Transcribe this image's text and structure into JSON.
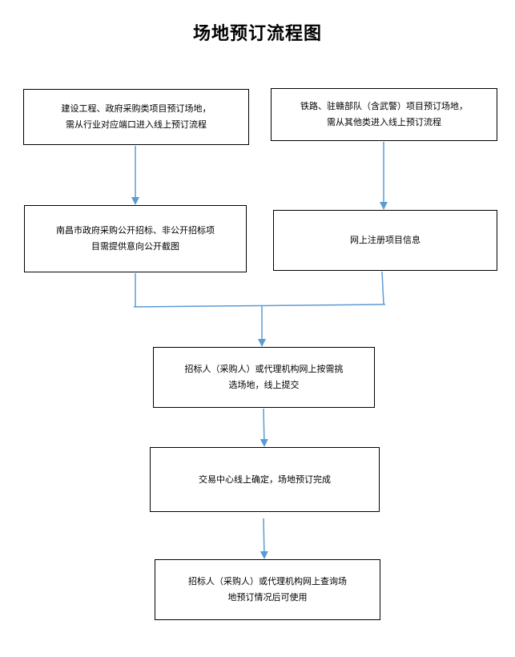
{
  "title": "场地预订流程图",
  "colors": {
    "connector": "#5b9bd5",
    "border": "#000000"
  },
  "nodes": {
    "box1": {
      "lines": [
        "建设工程、政府采购类项目预订场地，",
        "需从行业对应端口进入线上预订流程"
      ]
    },
    "box2": {
      "lines": [
        "铁路、驻赣部队（含武警）项目预订场地，",
        "需从其他类进入线上预订流程"
      ]
    },
    "box3": {
      "lines": [
        "南昌市政府采购公开招标、非公开招标项",
        "目需提供意向公开截图"
      ]
    },
    "box4": {
      "lines": [
        "网上注册项目信息"
      ]
    },
    "box5": {
      "lines": [
        "招标人（采购人）或代理机构网上按需挑",
        "选场地，线上提交"
      ]
    },
    "box6": {
      "lines": [
        "交易中心线上确定，场地预订完成"
      ]
    },
    "box7": {
      "lines": [
        "招标人（采购人）或代理机构网上查询场",
        "地预订情况后可使用"
      ]
    }
  }
}
